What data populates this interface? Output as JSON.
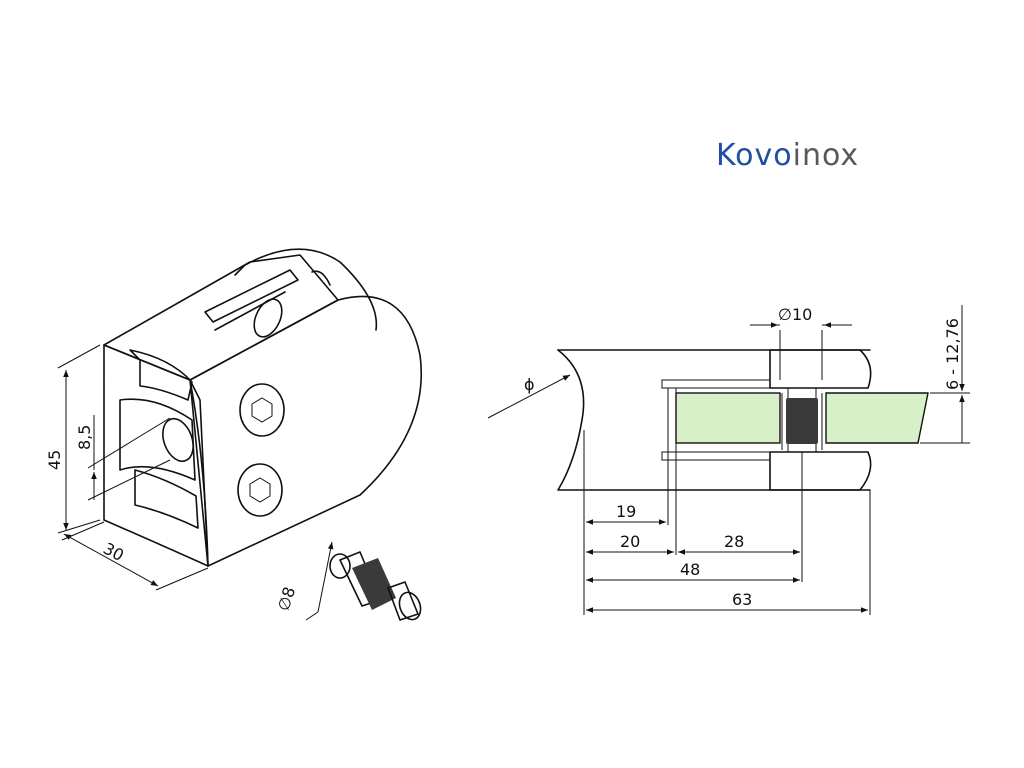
{
  "logo": {
    "part1": "Kovo",
    "part2": "inox",
    "brand_blue": "#1f4fa3",
    "brand_gray": "#555a5f"
  },
  "dimensions": {
    "height": "45",
    "hole": "8,5",
    "depth": "30",
    "pin_dia": "8",
    "bolt_dia": "10",
    "glass": "6 - 12,76",
    "tube_symbol": "ϕ",
    "d19": "19",
    "d20": "20",
    "d28": "28",
    "d48": "48",
    "d63": "63"
  },
  "colors": {
    "glass": "#d8f0c8",
    "pad": "#3a3a3a",
    "pin_tip": "#f1dede"
  }
}
